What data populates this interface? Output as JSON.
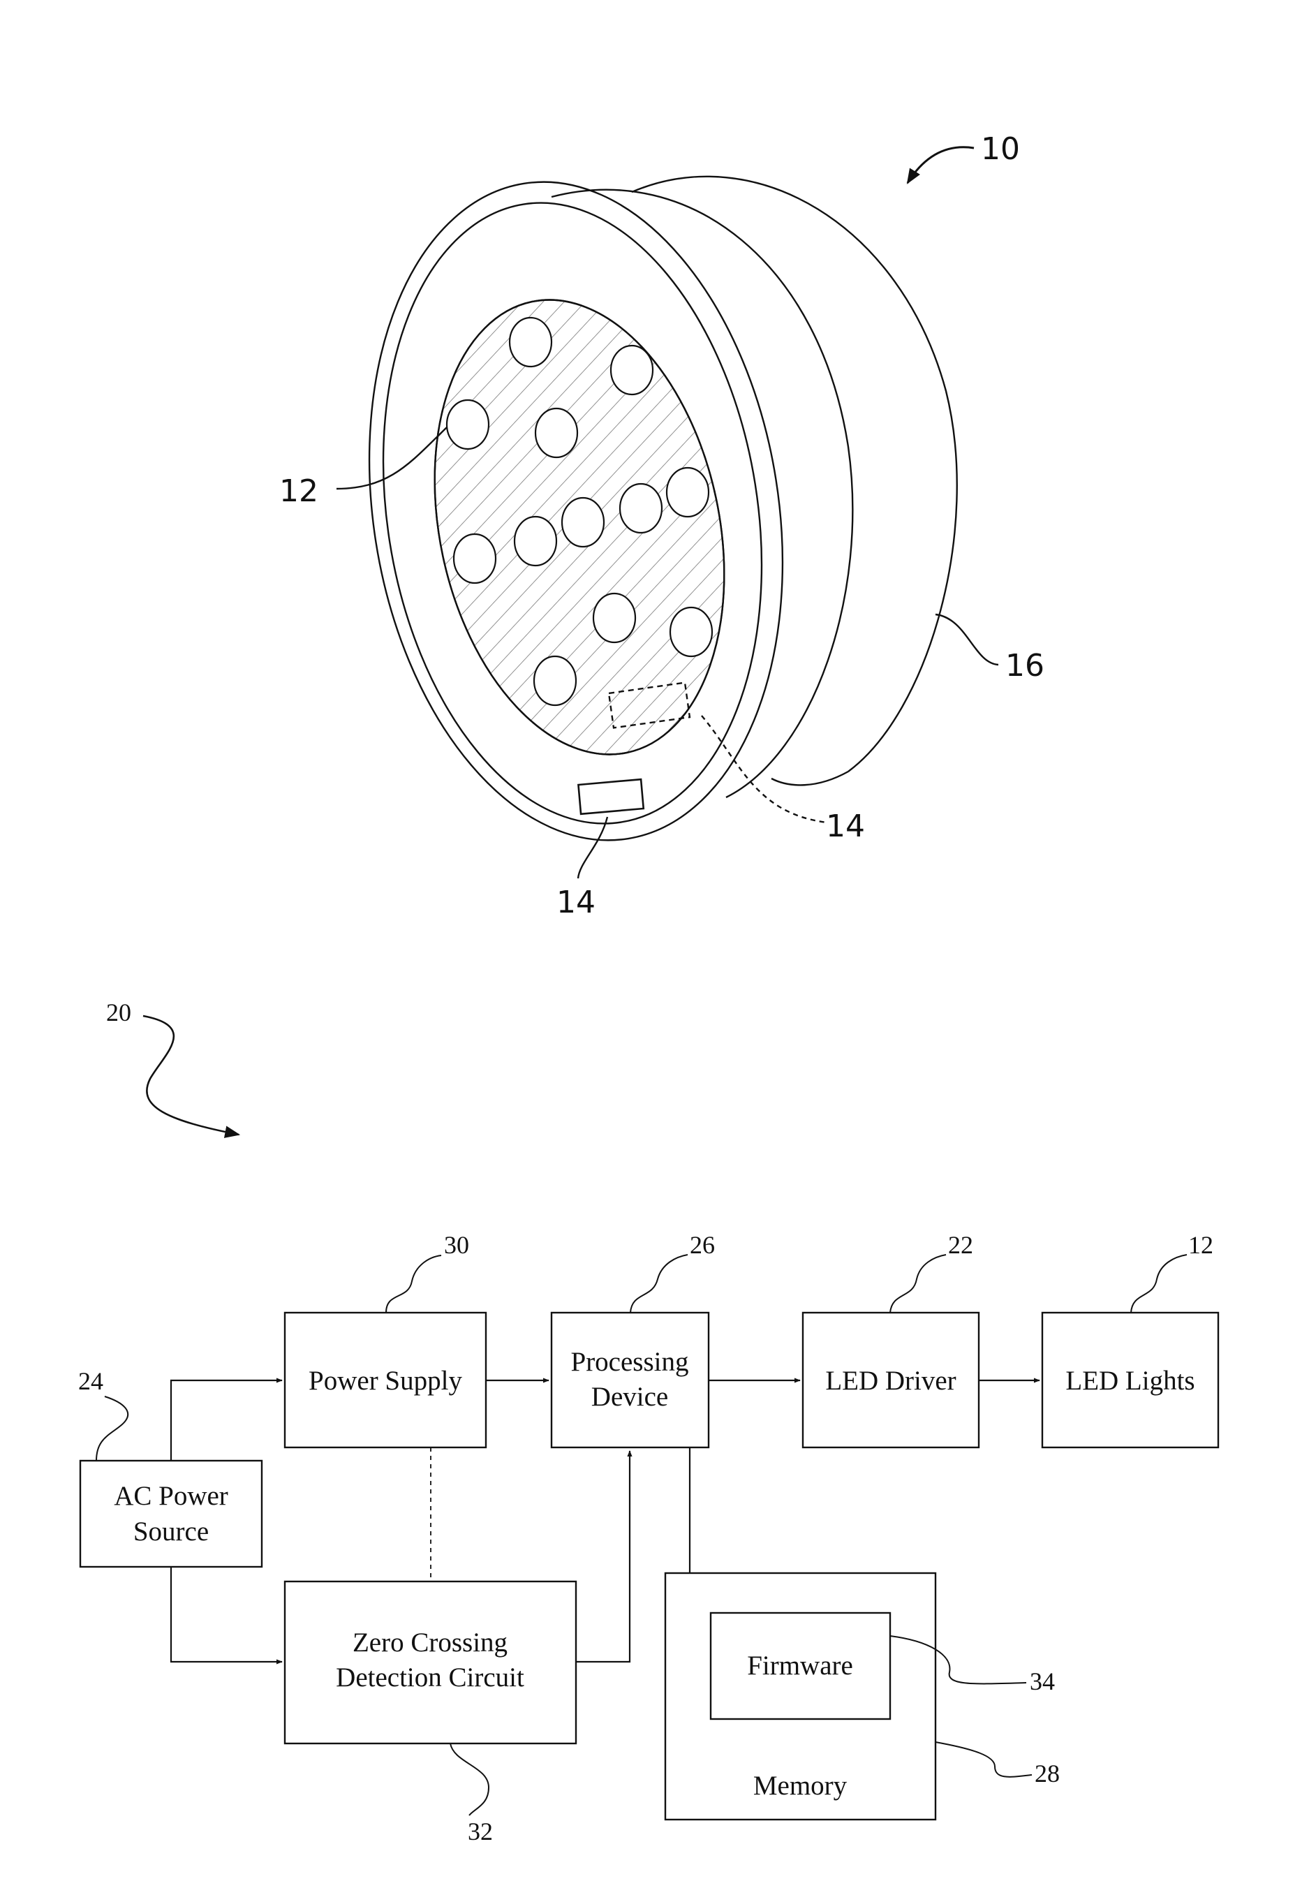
{
  "figure_top": {
    "ref_device": "10",
    "ref_leds": "12",
    "ref_sensor_front": "14",
    "ref_sensor_back": "14",
    "ref_housing": "16"
  },
  "figure_bottom": {
    "ref_system": "20",
    "blocks": {
      "ac_power_source": {
        "line1": "AC Power",
        "line2": "Source",
        "ref": "24"
      },
      "power_supply": {
        "label": "Power Supply",
        "ref": "30"
      },
      "processing_device": {
        "line1": "Processing",
        "line2": "Device",
        "ref": "26"
      },
      "led_driver": {
        "label": "LED Driver",
        "ref": "22"
      },
      "led_lights": {
        "label": "LED Lights",
        "ref": "12"
      },
      "zero_crossing": {
        "line1": "Zero Crossing",
        "line2": "Detection Circuit",
        "ref": "32"
      },
      "memory": {
        "label": "Memory",
        "ref": "28"
      },
      "firmware": {
        "label": "Firmware",
        "ref": "34"
      }
    }
  },
  "colors": {
    "ink": "#111111",
    "background": "#ffffff"
  }
}
